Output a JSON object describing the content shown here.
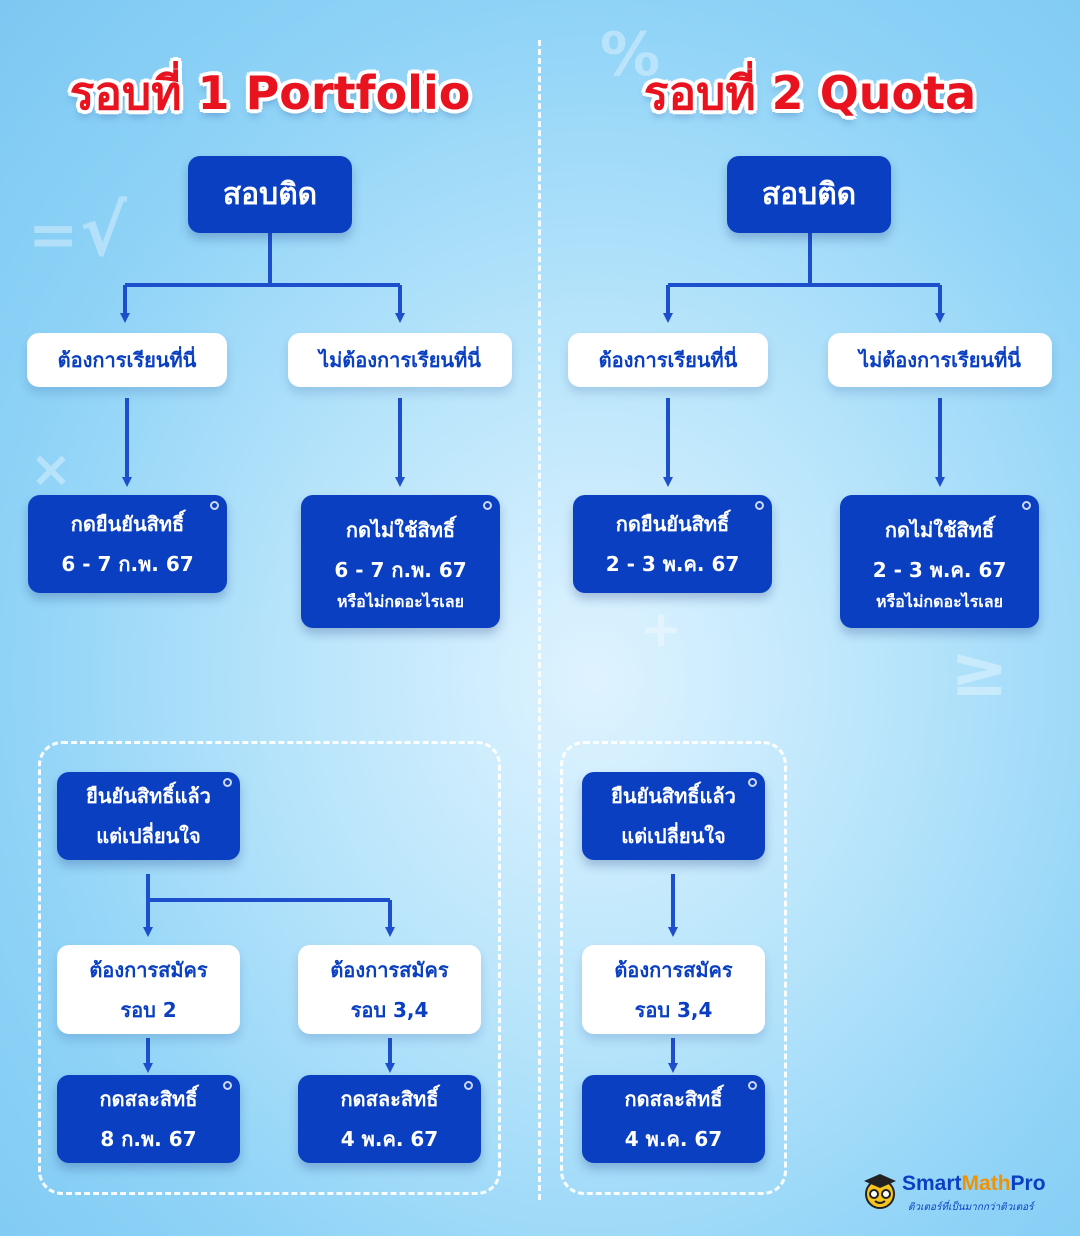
{
  "left": {
    "title": "รอบที่ 1 Portfolio",
    "top_box": "สอบติด",
    "want": "ต้องการเรียนที่นี่",
    "not_want": "ไม่ต้องการเรียนที่นี่",
    "confirm_label": "กดยืนยันสิทธิ์",
    "confirm_date": "6 - 7 ก.พ. 67",
    "decline_label": "กดไม่ใช้สิทธิ์",
    "decline_date": "6 - 7 ก.พ. 67",
    "decline_note": "หรือไม่กดอะไรเลย",
    "change_line1": "ยืนยันสิทธิ์แล้ว",
    "change_line2": "แต่เปลี่ยนใจ",
    "apply_a_line1": "ต้องการสมัคร",
    "apply_a_line2": "รอบ 2",
    "apply_b_line1": "ต้องการสมัคร",
    "apply_b_line2": "รอบ 3,4",
    "waive_a_label": "กดสละสิทธิ์",
    "waive_a_date": "8 ก.พ. 67",
    "waive_b_label": "กดสละสิทธิ์",
    "waive_b_date": "4 พ.ค. 67"
  },
  "right": {
    "title": "รอบที่ 2 Quota",
    "top_box": "สอบติด",
    "want": "ต้องการเรียนที่นี่",
    "not_want": "ไม่ต้องการเรียนที่นี่",
    "confirm_label": "กดยืนยันสิทธิ์",
    "confirm_date": "2 - 3 พ.ค. 67",
    "decline_label": "กดไม่ใช้สิทธิ์",
    "decline_date": "2 - 3 พ.ค. 67",
    "decline_note": "หรือไม่กดอะไรเลย",
    "change_line1": "ยืนยันสิทธิ์แล้ว",
    "change_line2": "แต่เปลี่ยนใจ",
    "apply_line1": "ต้องการสมัคร",
    "apply_line2": "รอบ 3,4",
    "waive_label": "กดสละสิทธิ์",
    "waive_date": "4 พ.ค. 67"
  },
  "logo": {
    "brand_smart": "Smart",
    "brand_math": "Math",
    "brand_pro": "Pro",
    "tagline": "ติวเตอร์ที่เป็นมากกว่าติวเตอร์"
  },
  "colors": {
    "title_red": "#e8131e",
    "box_blue": "#0a3fc2",
    "connector": "#1d4fcc",
    "logo_orange": "#f39200"
  }
}
